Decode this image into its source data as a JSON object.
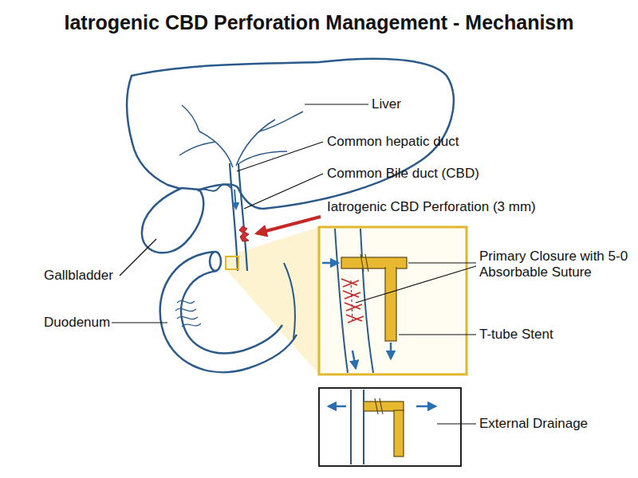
{
  "diagram": {
    "title": "Iatrogenic CBD Perforation Management - Mechanism",
    "labels": [
      "Liver",
      "Common hepatic duct",
      "Common Bile duct (CBD)",
      "Iatrogenic CBD Perforation (3 mm)",
      "Gallbladder",
      "Primary Closure with 5-0 Absorbable Suture",
      "T-tube Stent",
      "Duodenum",
      "External Drainage"
    ]
  }
}
